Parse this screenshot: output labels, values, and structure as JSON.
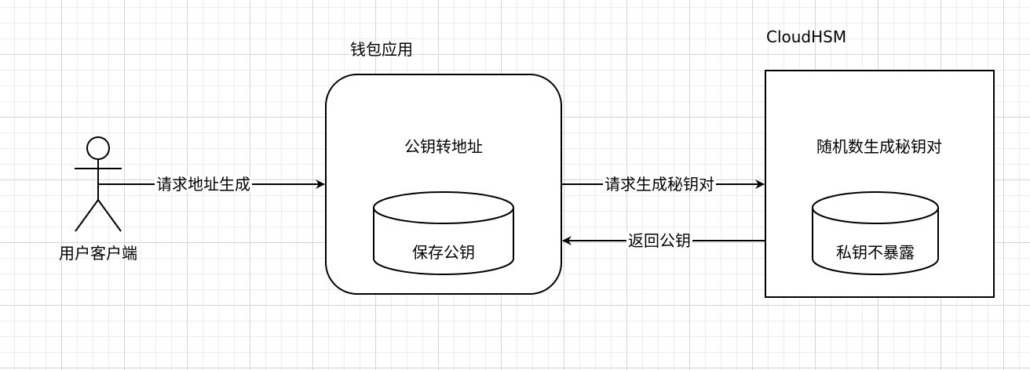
{
  "actor": {
    "label": "用户客户端",
    "icon": "person-icon"
  },
  "wallet_app": {
    "title": "钱包应用",
    "label": "公钥转地址",
    "store_label": "保存公钥"
  },
  "hsm": {
    "title": "CloudHSM",
    "label": "随机数生成秘钥对",
    "store_label": "私钥不暴露"
  },
  "edges": {
    "request_address": "请求地址生成",
    "request_keypair": "请求生成秘钥对",
    "return_pubkey": "返回公钥"
  },
  "colors": {
    "stroke": "#000000",
    "background": "#ffffff",
    "grid": "#d6d6d6"
  }
}
